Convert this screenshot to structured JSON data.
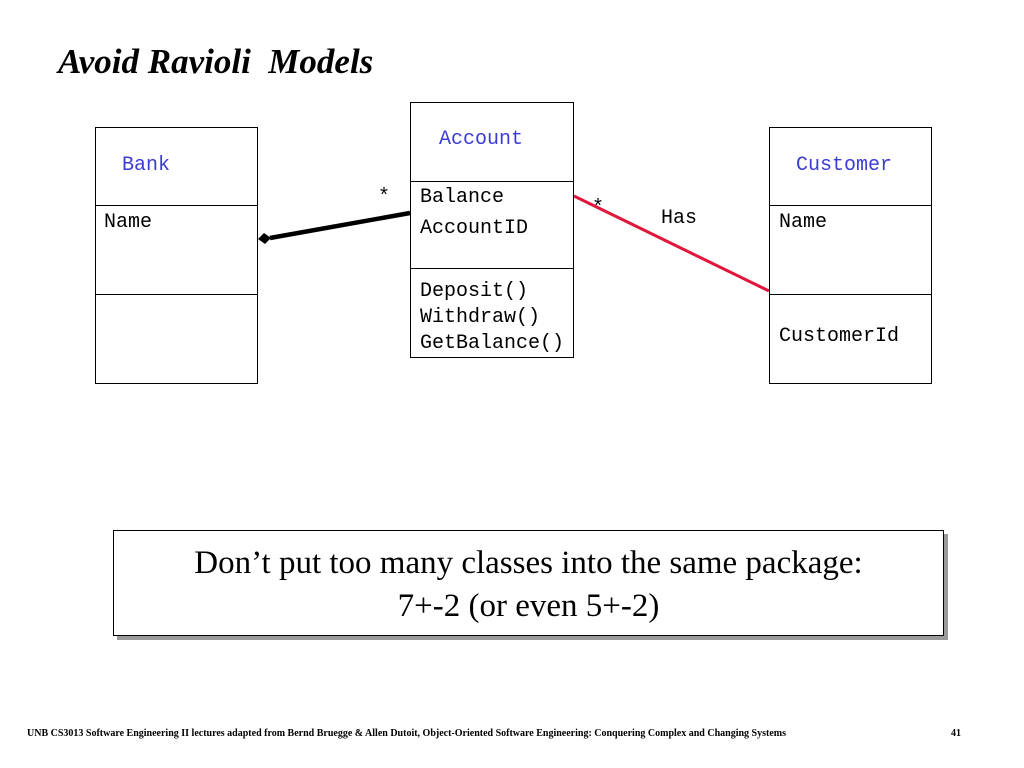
{
  "slide": {
    "title": "Avoid Ravioli  Models",
    "note_line1": "Don’t put too many classes into the same package:",
    "note_line2": "7+-2 (or even 5+-2)",
    "footer": "UNB CS3013 Software Engineering II lectures adapted from Bernd Bruegge & Allen Dutoit, Object-Oriented Software Engineering: Conquering Complex and Changing Systems",
    "page_number": "41"
  },
  "diagram": {
    "classes": {
      "bank": {
        "name": "Bank",
        "attributes": [
          "Name"
        ],
        "operations": []
      },
      "account": {
        "name": "Account",
        "attributes": [
          "Balance",
          "AccountID"
        ],
        "operations": [
          "Deposit()",
          "Withdraw()",
          "GetBalance()"
        ]
      },
      "customer": {
        "name": "Customer",
        "attributes": [
          "Name"
        ],
        "operations": [
          "CustomerId"
        ]
      }
    },
    "associations": {
      "bank_account": {
        "multiplicity_account_end": "*",
        "color": "#000000",
        "end_marker": "diamond"
      },
      "account_customer": {
        "multiplicity_account_end": "*",
        "label": "Has",
        "color": "#e0163a"
      }
    }
  },
  "colors": {
    "class_name": "#3b3bd6",
    "association_red": "#e0163a",
    "shadow": "#9a9a9a"
  }
}
